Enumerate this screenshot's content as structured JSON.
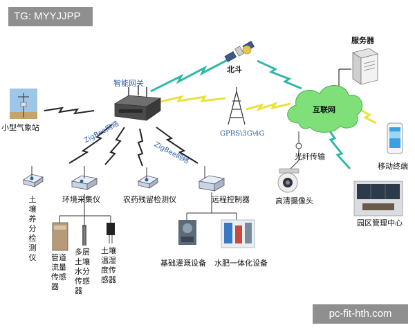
{
  "watermarks": {
    "top_left": "TG: MYYJJPP",
    "bottom_right": "pc-fit-hth.com"
  },
  "nodes": {
    "gateway": "智能网关",
    "satellite": "北斗",
    "server": "服务器",
    "internet": "互联网",
    "gprs": "GPRS\\3G\\4G",
    "weather_station": "小型气象站",
    "mobile_terminal": "移动终端",
    "fiber": "光纤传输",
    "camera": "高清摄像头",
    "park_center": "园区管理中心",
    "soil_nutrient": "土壤养分检测仪",
    "env_collector": "环境采集仪",
    "pesticide_detector": "农药残留检测仪",
    "remote_controller": "远程控制器",
    "pipe_flow": "管道流量传感器",
    "multi_layer_moisture": "多层土壤水分传感器",
    "soil_temp_humidity": "土壤温湿度传感器",
    "irrigation": "基础灌溉设备",
    "fertigation": "水肥一体化设备"
  },
  "links": {
    "zigbee_left": "ZigBee网络",
    "zigbee_right": "ZigBee网络"
  },
  "colors": {
    "lightning_teal": "#2fb8a8",
    "lightning_yellow": "#e8e23a",
    "lightning_black": "#222222",
    "cloud_green": "#7fe07a",
    "label_blue": "#2d5fa8"
  }
}
